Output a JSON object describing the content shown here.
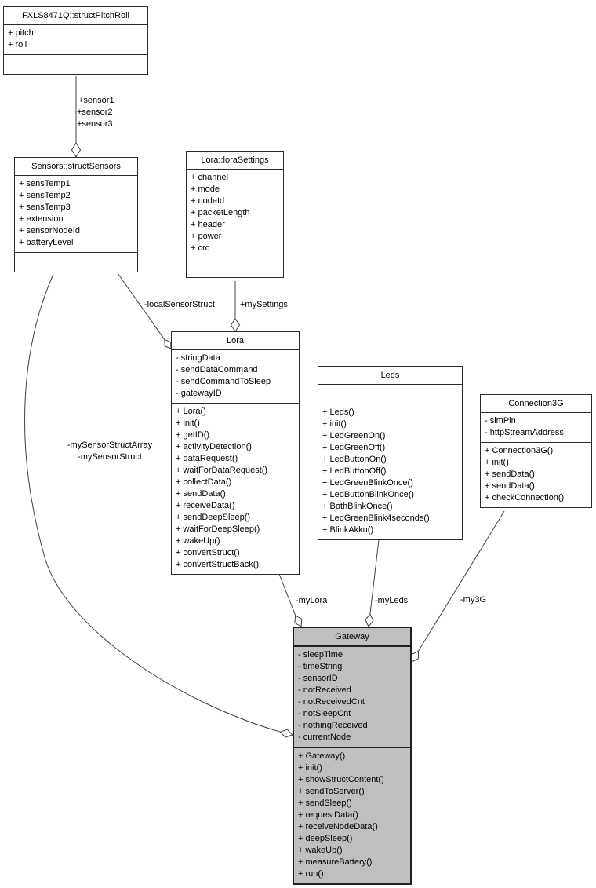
{
  "colors": {
    "node_fill": "#ffffff",
    "highlight_fill": "#bfbfbf",
    "border": "#2a2a2a",
    "edge": "#404040"
  },
  "classes": {
    "pitch_roll": {
      "title": "FXLS8471Q::structPitchRoll",
      "attributes": [
        "+ pitch",
        "+ roll"
      ],
      "methods": []
    },
    "sensors": {
      "title": "Sensors::structSensors",
      "attributes": [
        "+ sensTemp1",
        "+ sensTemp2",
        "+ sensTemp3",
        "+ extension",
        "+ sensorNodeId",
        "+ batteryLevel"
      ],
      "methods": []
    },
    "lora_settings": {
      "title": "Lora::loraSettings",
      "attributes": [
        "+ channel",
        "+ mode",
        "+ nodeId",
        "+ packetLength",
        "+ header",
        "+ power",
        "+ crc"
      ],
      "methods": []
    },
    "lora": {
      "title": "Lora",
      "attributes": [
        "- stringData",
        "- sendDataCommand",
        "- sendCommandToSleep",
        "- gatewayID"
      ],
      "methods": [
        "+ Lora()",
        "+ init()",
        "+ getID()",
        "+ activityDetection()",
        "+ dataRequest()",
        "+ waitForDataRequest()",
        "+ collectData()",
        "+ sendData()",
        "+ receiveData()",
        "+ sendDeepSleep()",
        "+ waitForDeepSleep()",
        "+ wakeUp()",
        "+ convertStruct()",
        "+ convertStructBack()"
      ]
    },
    "leds": {
      "title": "Leds",
      "attributes": [],
      "methods": [
        "+ Leds()",
        "+ init()",
        "+ LedGreenOn()",
        "+ LedGreenOff()",
        "+ LedButtonOn()",
        "+ LedButtonOff()",
        "+ LedGreenBlinkOnce()",
        "+ LedButtonBlinkOnce()",
        "+ BothBlinkOnce()",
        "+ LedGreenBlink4seconds()",
        "+ BlinkAkku()"
      ]
    },
    "connection3g": {
      "title": "Connection3G",
      "attributes": [
        "- simPin",
        "- httpStreamAddress"
      ],
      "methods": [
        "+ Connection3G()",
        "+ init()",
        "+ sendData()",
        "+ sendData()",
        "+ checkConnection()"
      ]
    },
    "gateway": {
      "title": "Gateway",
      "attributes": [
        "- sleepTime",
        "- timeString",
        "- sensorID",
        "- notReceived",
        "- notReceivedCnt",
        "- notSleepCnt",
        "- nothingReceived",
        "- currentNode"
      ],
      "methods": [
        "+ Gateway()",
        "+ init()",
        "+ showStructContent()",
        "+ sendToServer()",
        "+ sendSleep()",
        "+ requestData()",
        "+ receiveNodeData()",
        "+ deepSleep()",
        "+ wakeUp()",
        "+ measureBattery()",
        "+ run()"
      ]
    }
  },
  "edges": {
    "sensor1": "+sensor1",
    "sensor2": "+sensor2",
    "sensor3": "+sensor3",
    "local_sensor_struct": "-localSensorStruct",
    "my_settings": "+mySettings",
    "my_sensor_struct_array": "-mySensorStructArray",
    "my_sensor_struct": "-mySensorStruct",
    "my_lora": "-myLora",
    "my_leds": "-myLeds",
    "my_3g": "-my3G"
  }
}
